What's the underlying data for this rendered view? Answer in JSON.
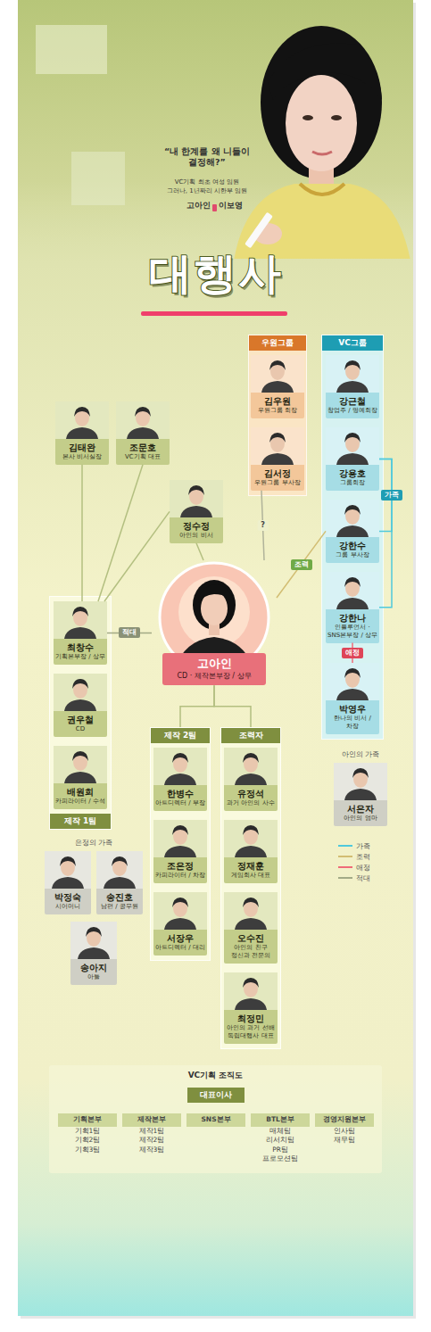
{
  "diagram": {
    "title": "대행사",
    "nodes": [
      {
        "text": [
          "김태완",
          "본사 비서실장"
        ]
      },
      {
        "text": [
          "조문호",
          "VC기획 대표"
        ]
      },
      {
        "text": [
          "정수정",
          "아인의 비서"
        ]
      },
      {
        "text": [
          "우원그룹"
        ]
      },
      {
        "text": [
          "김우원",
          "우원그룹 회장"
        ],
        "in": 3
      },
      {
        "text": [
          "김서정",
          "우원그룹 부사장"
        ],
        "in": 3
      },
      {
        "text": [
          "VC그룹"
        ]
      },
      {
        "text": [
          "강근철",
          "창업주 / 명예회장"
        ],
        "in": 6
      },
      {
        "text": [
          "강용호",
          "그룹회장"
        ],
        "in": 6
      },
      {
        "text": [
          "강한수",
          "그룹 부사장"
        ],
        "in": 6
      },
      {
        "text": [
          "강한나",
          "인플루언서 · SNS본부장 / 상무"
        ],
        "in": 6
      },
      {
        "text": [
          "박영우",
          "한나의 비서 / 차장"
        ],
        "in": 6
      },
      {
        "text": [
          "제작 1팀"
        ]
      },
      {
        "text": [
          "최창수",
          "기획본부장 / 상무"
        ],
        "in": 12
      },
      {
        "text": [
          "권우철",
          "CD"
        ],
        "in": 12
      },
      {
        "text": [
          "배원희",
          "카피라이터 / 수석"
        ],
        "in": 12
      },
      {
        "text": [
          "고아인",
          "CD · 제작본부장 / 상무"
        ]
      },
      {
        "text": [
          "제작 2팀"
        ]
      },
      {
        "text": [
          "한병수",
          "아트디렉터 / 부장"
        ],
        "in": 17
      },
      {
        "text": [
          "조은정",
          "카피라이터 / 차장"
        ],
        "in": 17
      },
      {
        "text": [
          "서장우",
          "아트디렉터 / 대리"
        ],
        "in": 17
      },
      {
        "text": [
          "조력자"
        ]
      },
      {
        "text": [
          "유정석",
          "과거 아인의 사수"
        ],
        "in": 21
      },
      {
        "text": [
          "정재훈",
          "게임회사 대표"
        ],
        "in": 21
      },
      {
        "text": [
          "오수진",
          "아인의 친구 정신과 전문의"
        ],
        "in": 21
      },
      {
        "text": [
          "최정민",
          "아인의 과거 선배 독립대행사 대표"
        ],
        "in": 21
      },
      {
        "text": [
          "서은자",
          "아인의 엄마"
        ]
      },
      {
        "text": [
          "박정숙",
          "시어머니"
        ]
      },
      {
        "text": [
          "송진호",
          "남편 / 공무원"
        ]
      },
      {
        "text": [
          "송아지",
          "아들"
        ]
      },
      {
        "text": [
          "VC기획 조직도"
        ]
      },
      {
        "text": [
          "대표이사"
        ],
        "in": 30
      },
      {
        "text": [
          "기획본부",
          "기획1팀",
          "기획2팀",
          "기획3팀"
        ],
        "in": 30
      },
      {
        "text": [
          "제작본부",
          "제작1팀",
          "제작2팀",
          "제작3팀"
        ],
        "in": 30
      },
      {
        "text": [
          "SNS본부"
        ],
        "in": 30
      },
      {
        "text": [
          "BTL본부",
          "매체팀",
          "리서치팀",
          "PR팀",
          "프로모션팀"
        ],
        "in": 30
      },
      {
        "text": [
          "경영지원본부",
          "인사팀",
          "재무팀"
        ],
        "in": 30
      }
    ],
    "edges": [
      {
        "from": 0,
        "to": 13,
        "arrow": "none"
      },
      {
        "from": 1,
        "to": 13,
        "arrow": "none"
      },
      {
        "from": 2,
        "to": 13,
        "arrow": "none"
      },
      {
        "from": 2,
        "to": 16,
        "arrow": "none"
      },
      {
        "from": 13,
        "to": 16,
        "label": "적대",
        "arrow": "none"
      },
      {
        "from": 5,
        "to": 16,
        "label": "?",
        "arrow": "none"
      },
      {
        "from": 16,
        "to": 9,
        "label": "조력",
        "arrow": "none"
      },
      {
        "from": 8,
        "to": 9,
        "label": "가족",
        "arrow": "none"
      },
      {
        "from": 8,
        "to": 10,
        "arrow": "none"
      },
      {
        "from": 10,
        "to": 11,
        "label": "애정",
        "arrow": "none"
      },
      {
        "from": 16,
        "to": 17,
        "arrow": "none"
      },
      {
        "from": 16,
        "to": 21,
        "arrow": "none"
      }
    ],
    "labels": [
      "“내 한계를 왜 니들이 결정해?”",
      "VC기획 최초 여성 임원",
      "그러나, 1년짜리 시한부 임원",
      "고아인",
      "이보영",
      "아인의 가족",
      "은정의 가족"
    ],
    "legend": [
      {
        "text": "가족"
      },
      {
        "text": "조력"
      },
      {
        "text": "애정"
      },
      {
        "text": "적대"
      }
    ]
  }
}
